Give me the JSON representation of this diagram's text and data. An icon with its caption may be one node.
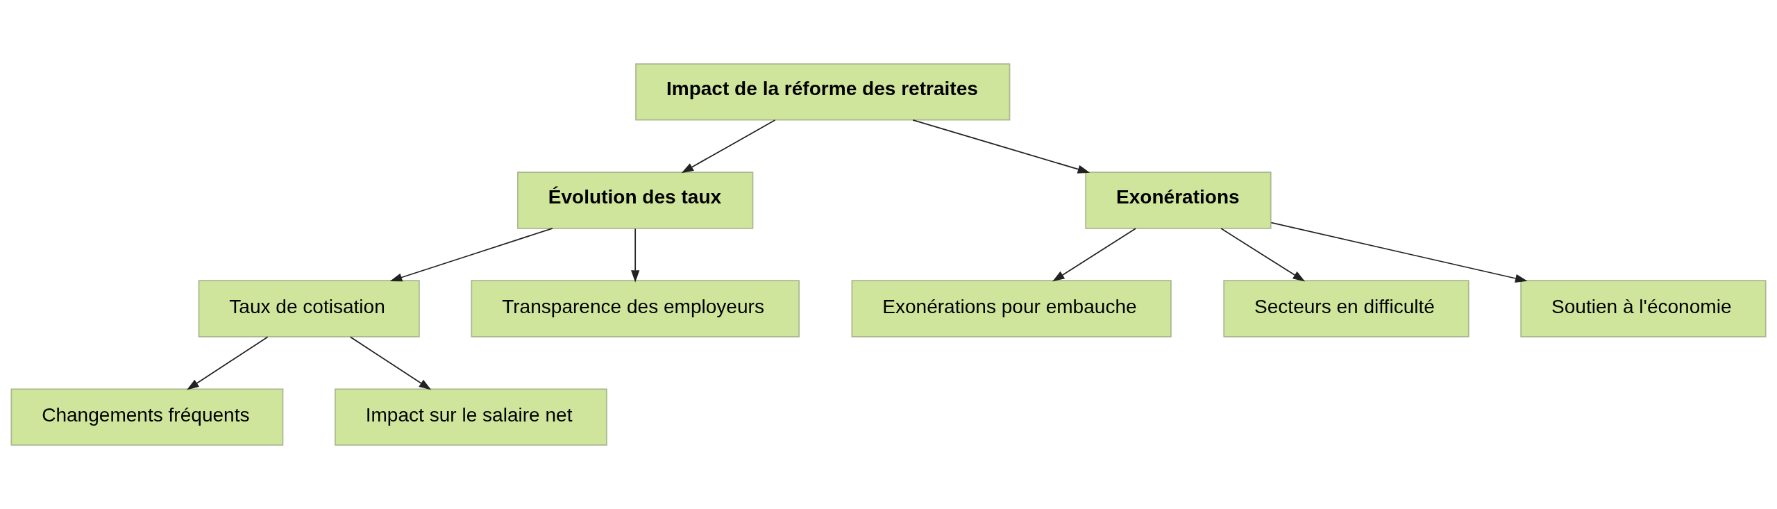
{
  "diagram": {
    "nodes": [
      {
        "text": [
          "Impact de la réforme des retraites"
        ]
      },
      {
        "text": [
          "Évolution des taux"
        ]
      },
      {
        "text": [
          "Exonérations"
        ]
      },
      {
        "text": [
          "Taux de cotisation"
        ]
      },
      {
        "text": [
          "Transparence des employeurs"
        ]
      },
      {
        "text": [
          "Exonérations pour embauche"
        ]
      },
      {
        "text": [
          "Secteurs en difficulté"
        ]
      },
      {
        "text": [
          "Soutien à l'économie"
        ]
      },
      {
        "text": [
          "Changements fréquents"
        ]
      },
      {
        "text": [
          "Impact sur le salaire net"
        ]
      }
    ],
    "edges": [
      {
        "from": 0,
        "to": 1,
        "arrow": "to"
      },
      {
        "from": 0,
        "to": 2,
        "arrow": "to"
      },
      {
        "from": 1,
        "to": 3,
        "arrow": "to"
      },
      {
        "from": 1,
        "to": 4,
        "arrow": "to"
      },
      {
        "from": 2,
        "to": 5,
        "arrow": "to"
      },
      {
        "from": 2,
        "to": 6,
        "arrow": "to"
      },
      {
        "from": 2,
        "to": 7,
        "arrow": "to"
      },
      {
        "from": 3,
        "to": 8,
        "arrow": "to"
      },
      {
        "from": 3,
        "to": 9,
        "arrow": "to"
      }
    ]
  }
}
